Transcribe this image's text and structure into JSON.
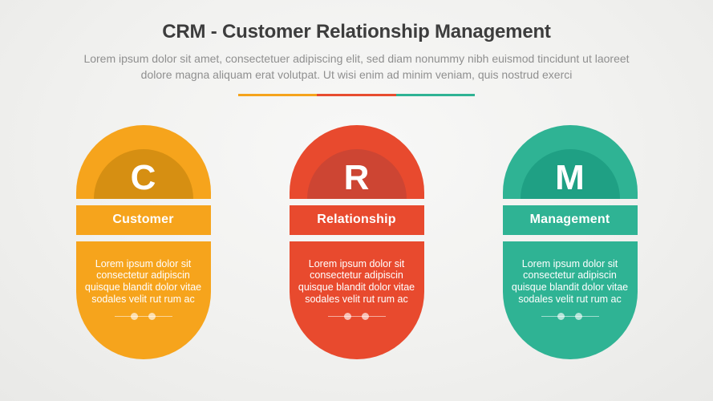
{
  "header": {
    "title": "CRM - Customer Relationship Management",
    "subtitle": "Lorem ipsum dolor sit amet, consectetuer adipiscing elit, sed diam nonummy nibh euismod tincidunt ut laoreet dolore magna aliquam erat volutpat. Ut wisi enim ad minim veniam, quis nostrud exerci",
    "divider_colors": [
      "#F5A31C",
      "#E74C2F",
      "#2FB394"
    ]
  },
  "pills": [
    {
      "letter": "C",
      "label": "Customer",
      "description": "Lorem ipsum dolor sit consectetur adipiscin quisque blandit dolor vitae sodales velit rut rum ac",
      "color": "#F6A41C",
      "dark_color": "#D68F12"
    },
    {
      "letter": "R",
      "label": "Relationship",
      "description": "Lorem ipsum dolor sit consectetur adipiscin quisque blandit dolor vitae sodales velit rut rum ac",
      "color": "#E84A2E",
      "dark_color": "#CD4533"
    },
    {
      "letter": "M",
      "label": "Management",
      "description": "Lorem ipsum dolor sit consectetur adipiscin quisque blandit dolor vitae sodales velit rut rum ac",
      "color": "#2FB394",
      "dark_color": "#1FA084"
    }
  ]
}
